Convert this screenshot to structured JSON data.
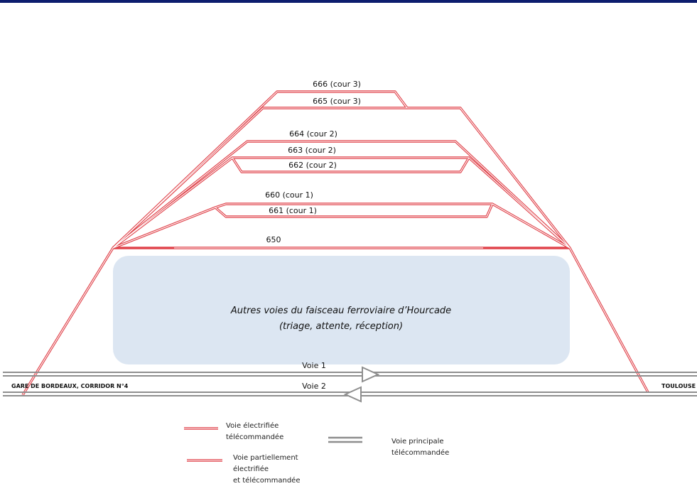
{
  "colors": {
    "track_red": "#e0444c",
    "main_track_grey": "#8e8e8e",
    "area_fill": "#dce6f2",
    "header_bar": "#0d1d6e"
  },
  "tracks": {
    "t666": "666 (cour 3)",
    "t665": "665 (cour 3)",
    "t664": "664 (cour 2)",
    "t663": "663 (cour 2)",
    "t662": "662 (cour 2)",
    "t660": "660 (cour 1)",
    "t661": "661 (cour 1)",
    "t650": "650"
  },
  "area": {
    "line1": "Autres voies du faisceau ferroviaire d’Hourcade",
    "line2": "(triage, attente, réception)"
  },
  "main_lines": {
    "voie1": "Voie 1",
    "voie2": "Voie 2",
    "left_end": "GARE DE BORDEAUX, CORRIDOR N°4",
    "right_end": "TOULOUSE"
  },
  "legend": {
    "electrified": [
      "Voie électrifiée",
      "télécommandée"
    ],
    "partial": [
      "Voie partiellement",
      "électrifiée",
      "et télécommandée"
    ],
    "main": [
      "Voie principale",
      "télécommandée"
    ]
  }
}
